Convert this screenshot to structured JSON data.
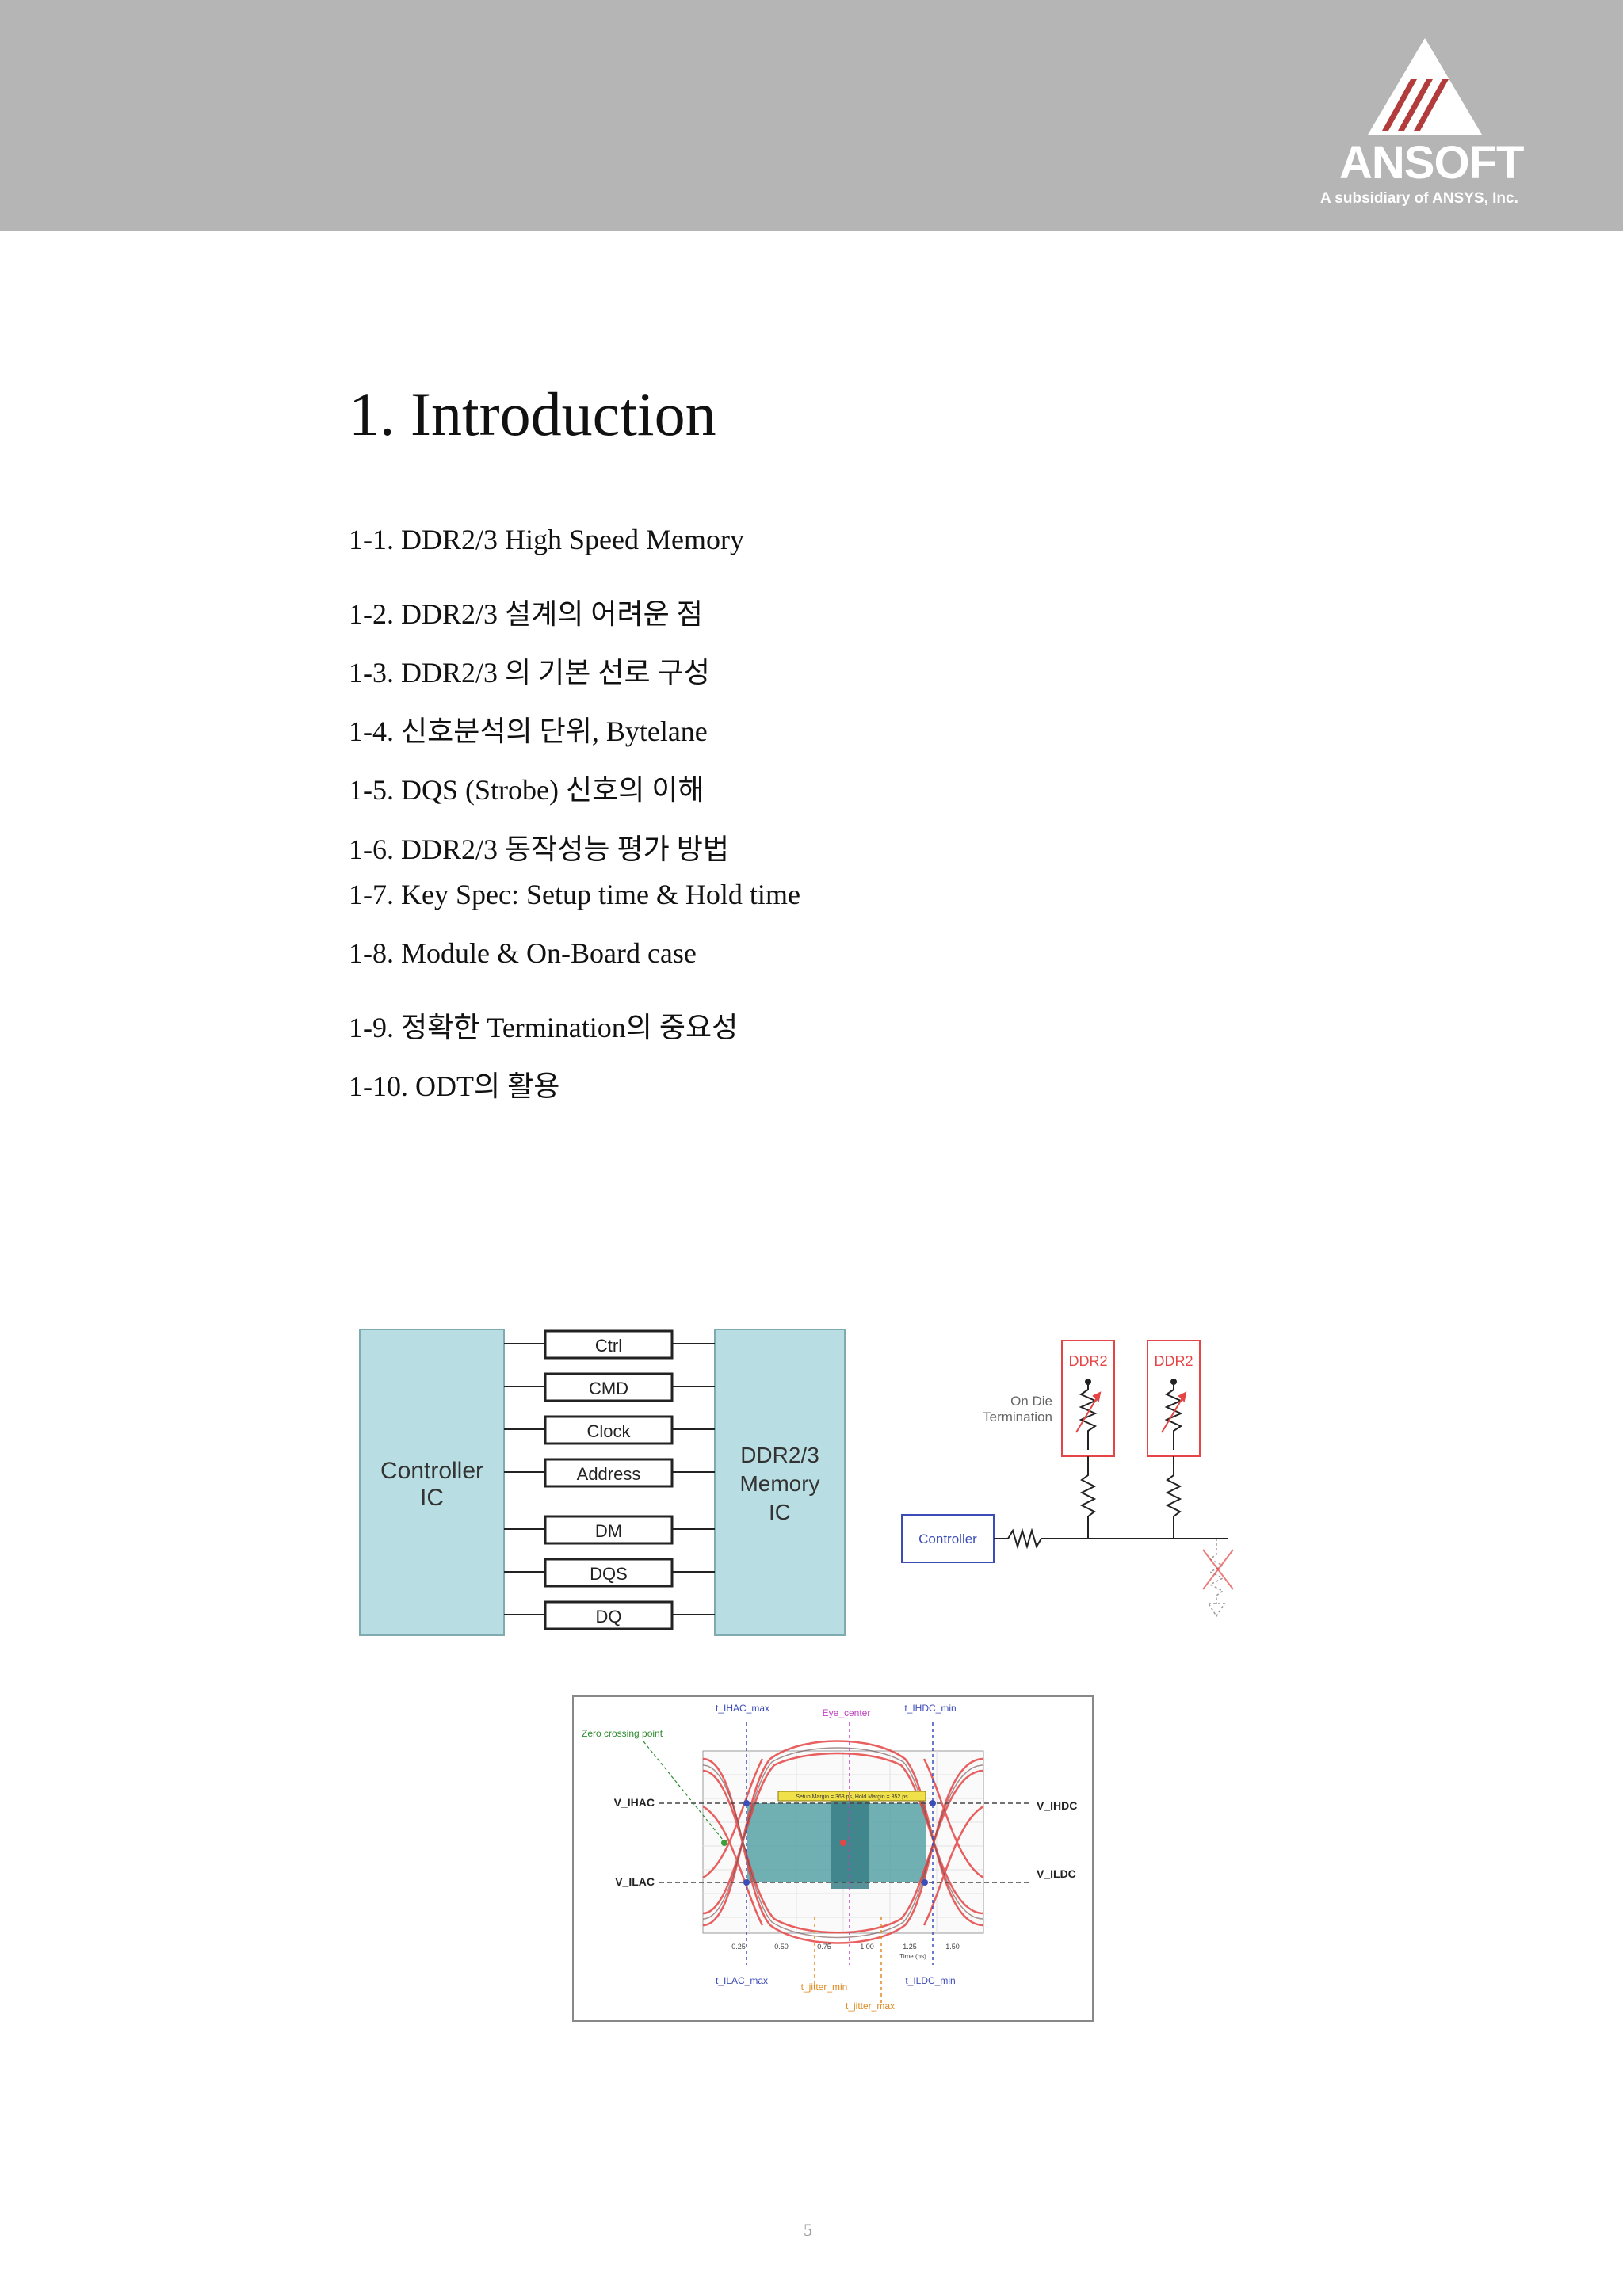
{
  "header": {
    "logo_text": "ANSOFT",
    "logo_sub": "A subsidiary of ANSYS, Inc."
  },
  "title": "1. Introduction",
  "toc": [
    "1-1. DDR2/3 High Speed Memory",
    "1-2. DDR2/3  설계의  어려운  점",
    "1-3. DDR2/3  의  기본  선로  구성",
    "1-4.  신호분석의  단위, Bytelane",
    "1-5. DQS (Strobe)  신호의  이해",
    "1-6. DDR2/3  동작성능  평가  방법",
    "1-7. Key Spec: Setup time & Hold time",
    "1-8. Module & On-Board case",
    "1-9.  정확한  Termination의  중요성",
    "1-10. ODT의  활용"
  ],
  "figure1": {
    "controller_label": [
      "Controller",
      "IC"
    ],
    "memory_label": [
      "DDR2/3",
      "Memory",
      "IC"
    ],
    "signals": [
      "Ctrl",
      "CMD",
      "Clock",
      "Address",
      "DM",
      "DQS",
      "DQ"
    ]
  },
  "figure2": {
    "ddr_labels": [
      "DDR2",
      "DDR2"
    ],
    "odt_label": [
      "On Die",
      "Termination"
    ],
    "controller_label": "Controller"
  },
  "figure3": {
    "zero_crossing": "Zero crossing point",
    "v_ihac": "V_IHAC",
    "v_ilac": "V_ILAC",
    "v_ihdc": "V_IHDC",
    "v_ildc": "V_ILDC",
    "t_ihac_max": "t_IHAC_max",
    "eye_center": "Eye_center",
    "t_ihdc_min": "t_IHDC_min",
    "t_ilac_max": "t_ILAC_max",
    "t_jitter_min": "t_jitter_min",
    "t_ildc_min": "t_ILDC_min",
    "t_jitter_max": "t_jitter_max",
    "margin_note": "Setup Margin = 368 ps, Hold Margin = 352 ps",
    "x_ticks": [
      "0.25",
      "0.50",
      "0.75",
      "1.00",
      "1.25",
      "1.50"
    ],
    "x_axis": "Time (ns)"
  },
  "page_number": "5",
  "colors": {
    "header_bg": "#b5b5b5",
    "block_fill": "#b8dde2",
    "ddr_red": "#e64545",
    "controller_blue": "#3c4cb8"
  }
}
